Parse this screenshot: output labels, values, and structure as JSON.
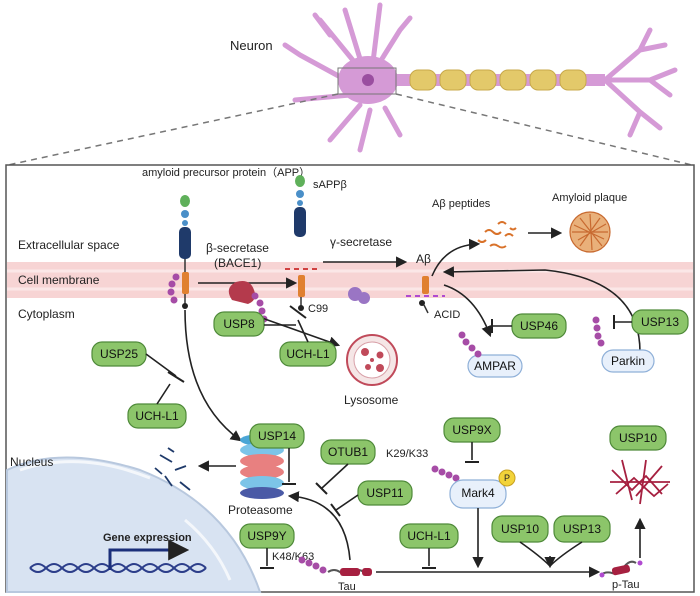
{
  "neuron": {
    "title": "Neuron"
  },
  "compartments": {
    "extracellular": "Extracellular space",
    "membrane": "Cell membrane",
    "cytoplasm": "Cytoplasm",
    "nucleus": "Nucleus"
  },
  "labels": {
    "app": "amyloid precursor protein（APP）",
    "sappb": "sAPPβ",
    "beta_secretase": "β-secretase",
    "bace1": "(BACE1)",
    "gamma_secretase": "γ-secretase",
    "c99": "C99",
    "abeta": "Aβ",
    "acid": "ACID",
    "ab_peptides": "Aβ peptides",
    "amyloid_plaque": "Amyloid plaque",
    "ampar": "AMPAR",
    "parkin": "Parkin",
    "lysosome": "Lysosome",
    "proteasome": "Proteasome",
    "mark4": "Mark4",
    "phospho": "P",
    "k29_k33": "K29/K33",
    "k48_k63": "K48/K63",
    "tau": "Tau",
    "p_tau": "p-Tau",
    "gene_expression": "Gene expression"
  },
  "usp_boxes": {
    "usp25": "USP25",
    "uchl1_left": "UCH-L1",
    "usp8": "USP8",
    "uchl1_mid": "UCH-L1",
    "usp46": "USP46",
    "usp13_top": "USP13",
    "usp14": "USP14",
    "otub1": "OTUB1",
    "usp9x": "USP9X",
    "usp10_right": "USP10",
    "usp11": "USP11",
    "usp9y": "USP9Y",
    "uchl1_bottom": "UCH-L1",
    "usp10_bottom": "USP10",
    "usp13_bottom": "USP13"
  },
  "colors": {
    "membrane": "#f7d4d4",
    "usp_fill": "#8cc56a",
    "ubiquitin": "#a64ca6",
    "neuron": "#d59ad6",
    "myelin": "#e3c96a",
    "nucleus": "#d8e3f2"
  }
}
